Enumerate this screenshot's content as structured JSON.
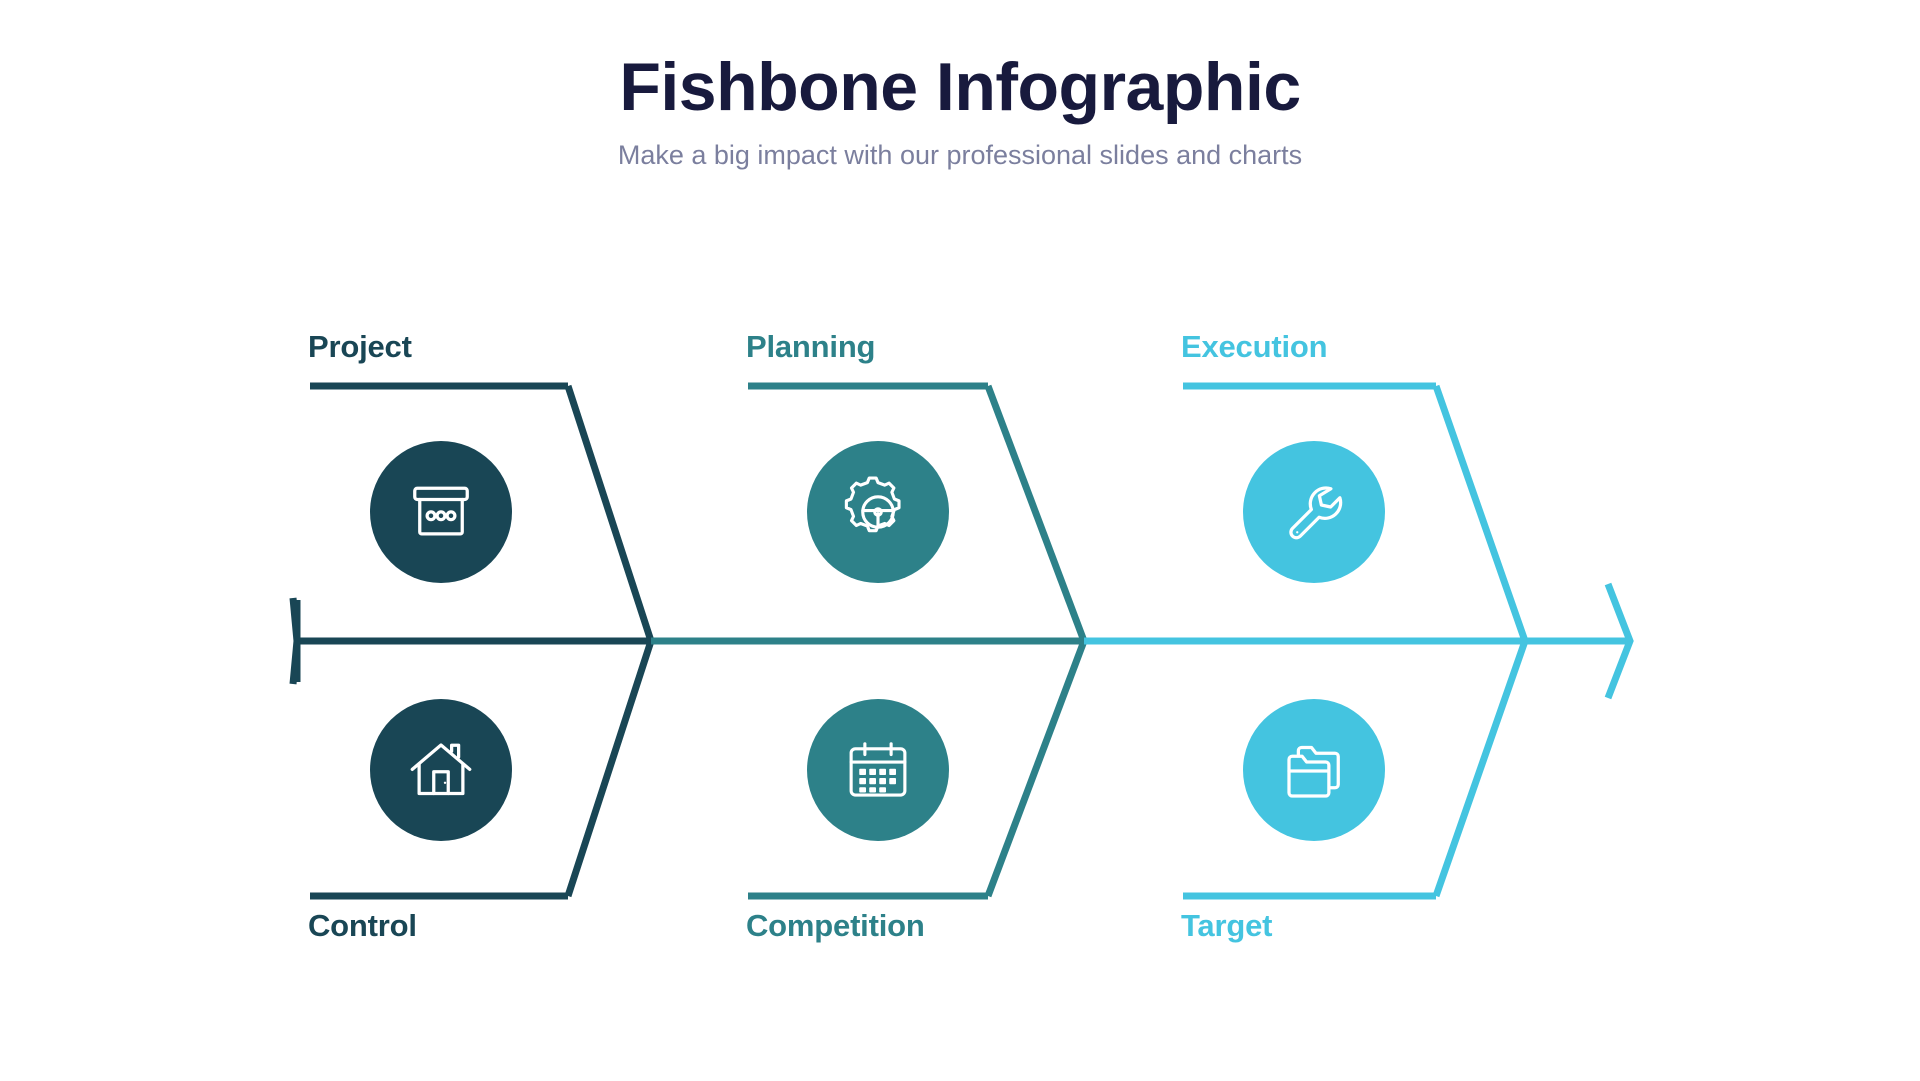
{
  "header": {
    "title": "Fishbone Infographic",
    "subtitle": "Make a big impact with our professional slides and charts"
  },
  "theme": {
    "background": "#ffffff",
    "title_color": "#181a3d",
    "subtitle_color": "#7b7f9e",
    "dark_teal": "#194655",
    "mid_teal": "#2d8189",
    "light_cyan": "#44c4e0"
  },
  "chart_data": {
    "type": "diagram",
    "diagram_kind": "fishbone",
    "title": "Fishbone Infographic",
    "subtitle": "Make a big impact with our professional slides and charts",
    "branch_count": 6,
    "segments": [
      {
        "name": "Project",
        "color": "#194655",
        "top": {
          "label": "Project",
          "icon": "archive-box-icon"
        },
        "bottom": {
          "label": "Control",
          "icon": "home-icon"
        }
      },
      {
        "name": "Planning",
        "color": "#2d8189",
        "top": {
          "label": "Planning",
          "icon": "gear-steering-icon"
        },
        "bottom": {
          "label": "Competition",
          "icon": "calendar-icon"
        }
      },
      {
        "name": "Execution",
        "color": "#44c4e0",
        "top": {
          "label": "Execution",
          "icon": "wrench-icon"
        },
        "bottom": {
          "label": "Target",
          "icon": "folders-icon"
        }
      }
    ]
  },
  "branches": {
    "project": {
      "label": "Project",
      "icon_name": "archive-box-icon",
      "color": "#194655"
    },
    "planning": {
      "label": "Planning",
      "icon_name": "gear-steering-icon",
      "color": "#2d8189"
    },
    "execution": {
      "label": "Execution",
      "icon_name": "wrench-icon",
      "color": "#44c4e0"
    },
    "control": {
      "label": "Control",
      "icon_name": "home-icon",
      "color": "#194655"
    },
    "competition": {
      "label": "Competition",
      "icon_name": "calendar-icon",
      "color": "#2d8189"
    },
    "target": {
      "label": "Target",
      "icon_name": "folders-icon",
      "color": "#44c4e0"
    }
  },
  "spine": {
    "tail_name": "fish-tail",
    "head_name": "fish-arrow-head"
  }
}
